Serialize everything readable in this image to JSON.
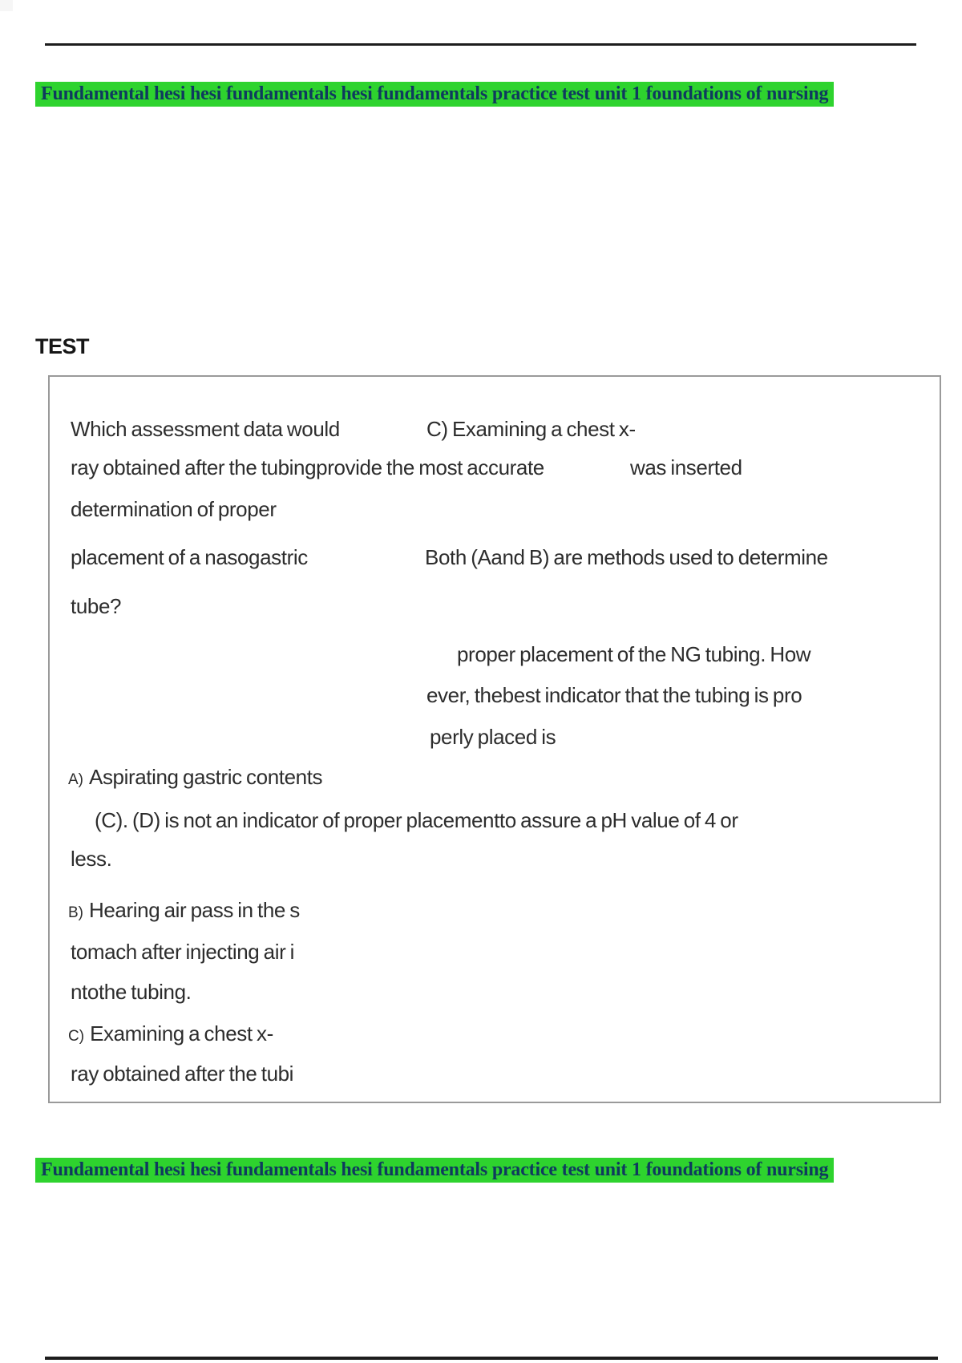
{
  "colors": {
    "highlight_green": "#2ed32e",
    "highlight_text": "#0f3a5e",
    "body_text": "#2d2d2d",
    "rule_color": "#1d1d1d",
    "box_border": "#9a9a9a"
  },
  "header": {
    "highlighted_title": "Fundamental hesi hesi fundamentals hesi fundamentals practice test unit 1 foundations of nursing"
  },
  "section": {
    "heading": "TEST"
  },
  "question_box": {
    "lines": [
      {
        "text": "Which assessment data would"
      },
      {
        "text": "C) Examining a chest x-"
      },
      {
        "text": "ray obtained after the tubingprovide the most accurate"
      },
      {
        "text": "was inserted"
      },
      {
        "text": "determination of proper"
      },
      {
        "text": "placement of a nasogastric"
      },
      {
        "text": "Both (Aand B) are methods used to determine"
      },
      {
        "text": "tube?"
      },
      {
        "text": "proper placement of the NG tubing. How"
      },
      {
        "text": "ever, thebest indicator that the tubing is pro"
      },
      {
        "text": "perly placed is"
      },
      {
        "prefix": "A)",
        "text": "Aspirating gastric contents"
      },
      {
        "text": "(C). (D) is not an indicator of proper placementto assure a pH value of 4 or"
      },
      {
        "text": "less."
      },
      {
        "prefix": "B)",
        "text": "Hearing air pass in the s"
      },
      {
        "text": "tomach after injecting air i"
      },
      {
        "text": "ntothe tubing."
      },
      {
        "prefix": "C)",
        "text": "Examining a chest x-"
      },
      {
        "text": "ray obtained after the tubi"
      }
    ]
  },
  "footer": {
    "highlighted_title": "Fundamental hesi hesi fundamentals hesi fundamentals practice test unit 1 foundations of nursing"
  }
}
